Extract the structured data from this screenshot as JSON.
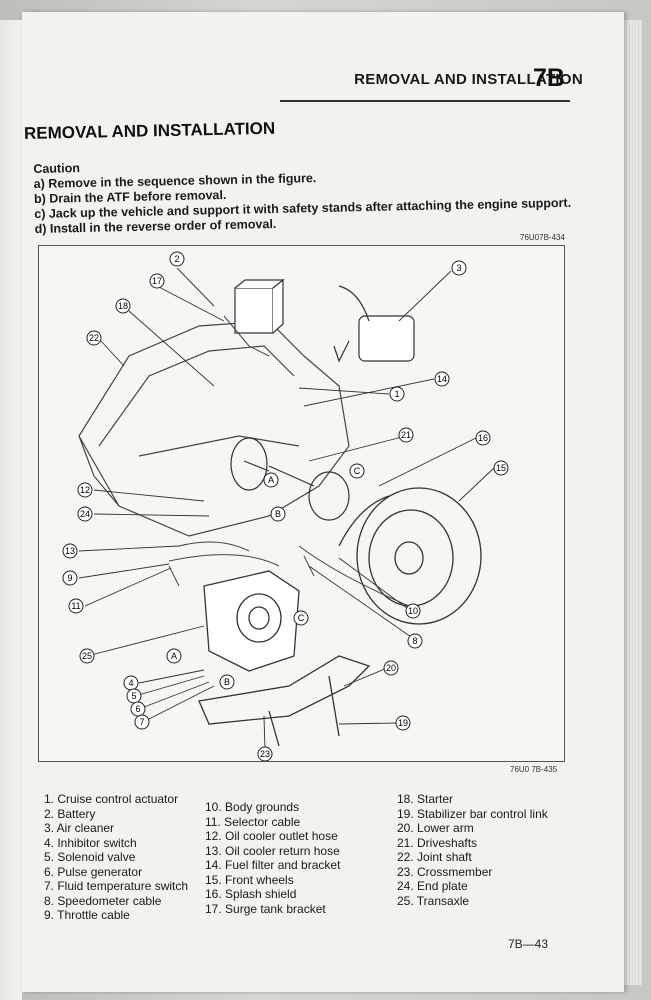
{
  "header": {
    "title": "REMOVAL AND INSTALLATION",
    "chapter": "7B"
  },
  "section_title": "REMOVAL AND INSTALLATION",
  "caution": {
    "heading": "Caution",
    "items": [
      "a) Remove in the sequence shown in the figure.",
      "b) Drain the ATF before removal.",
      "c) Jack up the vehicle and support it with safety stands after attaching the engine support.",
      "d) Install in the reverse order of removal."
    ]
  },
  "figure": {
    "code_top": "76U07B-434",
    "code_bottom": "76U0 7B-435",
    "callouts": [
      "1",
      "2",
      "3",
      "4",
      "5",
      "6",
      "7",
      "8",
      "9",
      "10",
      "11",
      "12",
      "13",
      "14",
      "15",
      "16",
      "17",
      "18",
      "19",
      "20",
      "21",
      "22",
      "23",
      "24",
      "25"
    ],
    "markers": [
      "A",
      "B",
      "C"
    ]
  },
  "legend": {
    "col1": [
      "1. Cruise control actuator",
      "2. Battery",
      "3. Air cleaner",
      "4. Inhibitor switch",
      "5. Solenoid valve",
      "6. Pulse generator",
      "7. Fluid temperature switch",
      "8. Speedometer cable",
      "9. Throttle cable"
    ],
    "col2": [
      "10. Body grounds",
      "11. Selector cable",
      "12. Oil cooler outlet hose",
      "13. Oil cooler return hose",
      "14. Fuel filter and bracket",
      "15. Front wheels",
      "16. Splash shield",
      "17. Surge tank bracket"
    ],
    "col3": [
      "18. Starter",
      "19. Stabilizer bar control link",
      "20. Lower arm",
      "21. Driveshafts",
      "22. Joint shaft",
      "23. Crossmember",
      "24. End plate",
      "25. Transaxle"
    ]
  },
  "page_number": "7B—43"
}
